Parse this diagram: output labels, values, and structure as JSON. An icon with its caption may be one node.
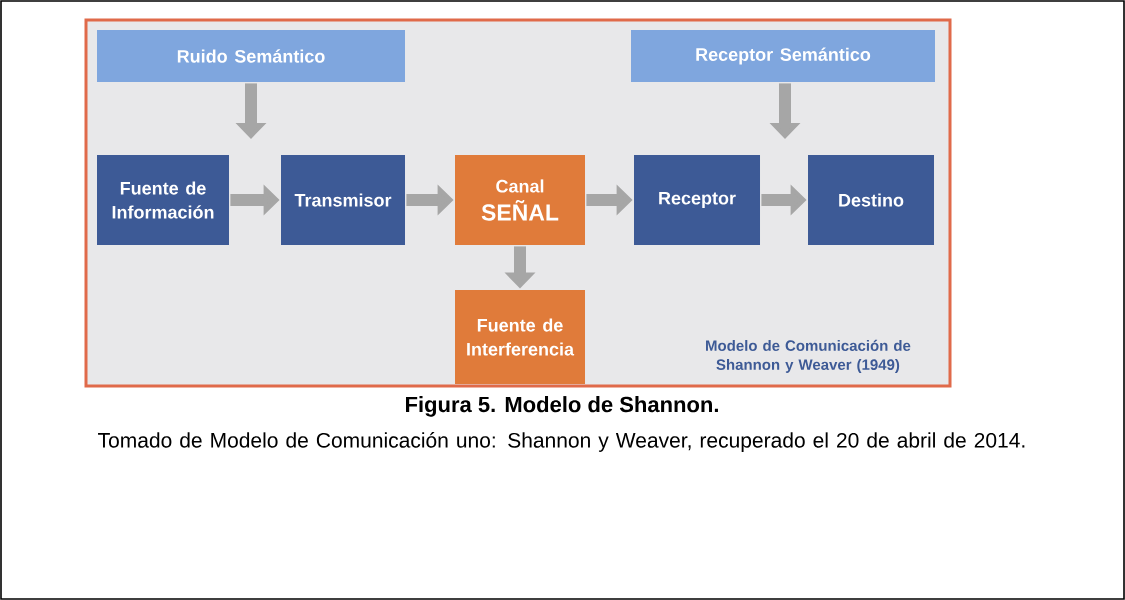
{
  "diagram": {
    "title": "Figura 5. Modelo de Shannon.",
    "caption": "Tomado de Modelo de Comunicación uno: Shannon y Weaver, recuperado el 20 de abril de 2014.",
    "nodes": [
      {
        "text": [
          "Ruido Semántico"
        ]
      },
      {
        "text": [
          "Receptor Semántico"
        ]
      },
      {
        "text": [
          "Fuente de Información"
        ]
      },
      {
        "text": [
          "Transmisor"
        ]
      },
      {
        "text": [
          "Canal",
          "SEÑAL"
        ]
      },
      {
        "text": [
          "Receptor"
        ]
      },
      {
        "text": [
          "Destino"
        ]
      },
      {
        "text": [
          "Fuente de Interferencia"
        ]
      }
    ],
    "edges": [
      {
        "from": 0,
        "to": null,
        "arrow": "to"
      },
      {
        "from": 1,
        "to": null,
        "arrow": "to"
      },
      {
        "from": 2,
        "to": 3,
        "arrow": "to"
      },
      {
        "from": 3,
        "to": 4,
        "arrow": "to"
      },
      {
        "from": 4,
        "to": 5,
        "arrow": "to"
      },
      {
        "from": 5,
        "to": 6,
        "arrow": "to"
      },
      {
        "from": 4,
        "to": 7,
        "arrow": "to"
      }
    ],
    "labels": [
      "Modelo de Comunicación de Shannon y Weaver (1949)"
    ]
  }
}
